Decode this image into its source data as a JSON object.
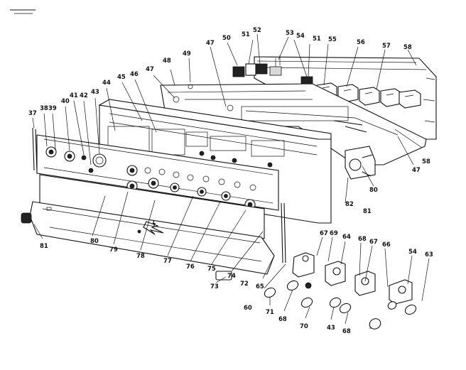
{
  "diagram": {
    "mark": "ϟ",
    "callouts": [
      {
        "id": "37",
        "text": "37"
      },
      {
        "id": "38",
        "text": "38"
      },
      {
        "id": "39",
        "text": "39"
      },
      {
        "id": "40",
        "text": "40"
      },
      {
        "id": "41",
        "text": "41"
      },
      {
        "id": "42",
        "text": "42"
      },
      {
        "id": "43a",
        "text": "43"
      },
      {
        "id": "44",
        "text": "44"
      },
      {
        "id": "45",
        "text": "45"
      },
      {
        "id": "46",
        "text": "46"
      },
      {
        "id": "47a",
        "text": "47"
      },
      {
        "id": "48",
        "text": "48"
      },
      {
        "id": "49",
        "text": "49"
      },
      {
        "id": "47b",
        "text": "47"
      },
      {
        "id": "50",
        "text": "50"
      },
      {
        "id": "51a",
        "text": "51"
      },
      {
        "id": "52",
        "text": "52"
      },
      {
        "id": "53",
        "text": "53"
      },
      {
        "id": "54a",
        "text": "54"
      },
      {
        "id": "51b",
        "text": "51"
      },
      {
        "id": "55",
        "text": "55"
      },
      {
        "id": "56",
        "text": "56"
      },
      {
        "id": "57",
        "text": "57"
      },
      {
        "id": "58a",
        "text": "58"
      },
      {
        "id": "58b",
        "text": "58"
      },
      {
        "id": "47c",
        "text": "47"
      },
      {
        "id": "80a",
        "text": "80"
      },
      {
        "id": "82",
        "text": "82"
      },
      {
        "id": "81a",
        "text": "81"
      },
      {
        "id": "81b",
        "text": "81"
      },
      {
        "id": "80b",
        "text": "80"
      },
      {
        "id": "79",
        "text": "79"
      },
      {
        "id": "78",
        "text": "78"
      },
      {
        "id": "77",
        "text": "77"
      },
      {
        "id": "76",
        "text": "76"
      },
      {
        "id": "75",
        "text": "75"
      },
      {
        "id": "74",
        "text": "74"
      },
      {
        "id": "73",
        "text": "73"
      },
      {
        "id": "72",
        "text": "72"
      },
      {
        "id": "65",
        "text": "65"
      },
      {
        "id": "67a",
        "text": "67"
      },
      {
        "id": "69",
        "text": "69"
      },
      {
        "id": "64",
        "text": "64"
      },
      {
        "id": "68a",
        "text": "68"
      },
      {
        "id": "67b",
        "text": "67"
      },
      {
        "id": "66",
        "text": "66"
      },
      {
        "id": "54b",
        "text": "54"
      },
      {
        "id": "63",
        "text": "63"
      },
      {
        "id": "60",
        "text": "60"
      },
      {
        "id": "71",
        "text": "71"
      },
      {
        "id": "68b",
        "text": "68"
      },
      {
        "id": "70",
        "text": "70"
      },
      {
        "id": "43b",
        "text": "43"
      },
      {
        "id": "68c",
        "text": "68"
      }
    ]
  }
}
